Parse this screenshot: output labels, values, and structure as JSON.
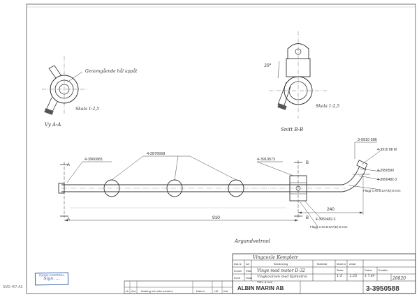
{
  "views": {
    "view_a": {
      "note": "Genomgående hål uppåt",
      "scale": "Skala 1:2,5",
      "caption": "Vy A-A"
    },
    "section_b": {
      "angle": "30°",
      "scale": "Skala 1:2,5",
      "caption": "Snitt B-B"
    }
  },
  "main_view": {
    "section_letters": {
      "a_top": "A",
      "a_bottom": "A",
      "b_top": "B",
      "b_bottom": "B"
    },
    "callouts": {
      "plug": "4-3960881",
      "clamps": "4-2876668",
      "bracket": "4-3910573",
      "elbow_top": "3-0910 586",
      "end_1": "4-3910 88 M",
      "end_2": "4-2950590",
      "end_3": "4-3950482-3",
      "end_flange": "Flagg 0.X8 D1X7(D) B mm",
      "lower_part": "4-3950482-3",
      "lower_flange": "Flagg 0.X8 D1X7(D) B mm"
    },
    "dimensions": {
      "d910": "910",
      "d240": "240"
    },
    "subtitle": "Argandvetrool"
  },
  "title_block": {
    "stamp_text": "TEKNIK KONTROLL",
    "stamp_sig": "Sign. ...",
    "side_code": "SMS 467-A3",
    "header_row": [
      "Dat.nr",
      "Art",
      "Benämning",
      "Material",
      "Modi.nr",
      "Antal"
    ],
    "description_1": "Vinge med motor D-32",
    "description_2": "Vingkoxlinen med Kylmatrol",
    "description_3": "Tillv. 4 mm",
    "label_konstr": "Konstr",
    "label_ritat": "Ritat",
    "label_kontr": "Kontr",
    "label_godk": "Godk",
    "label_skala": "Skala",
    "label_datum": "Datum",
    "label_ersatt": "Ersätter",
    "scale_value": "1:5",
    "scale_value_2": "1:25",
    "date_value": "1.7.69",
    "company": "ALBIN MARIN AB",
    "drawing_number": "3-3950588",
    "sheet_number": "20820",
    "rev_header": [
      "Nr",
      "Ant",
      "Ändring och eller medd.nr",
      "Datum",
      "Utf",
      "Kat"
    ],
    "handwritten_title": "Vingcoxle Kompletr"
  }
}
